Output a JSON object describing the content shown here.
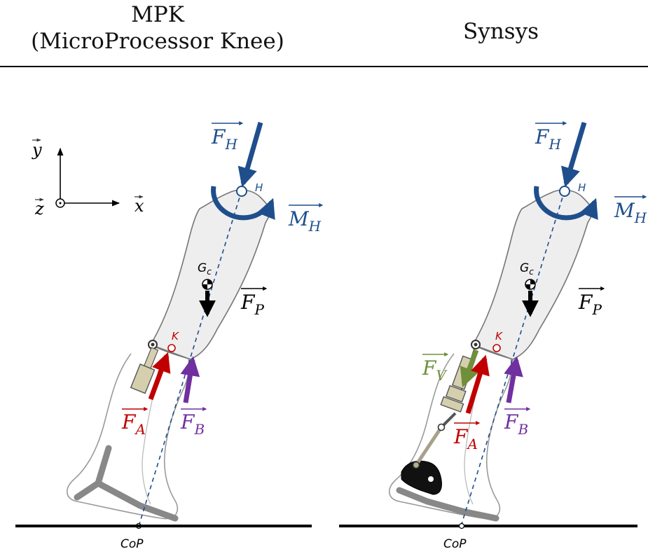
{
  "header": {
    "left_line1": "MPK",
    "left_line2": "(MicroProcessor Knee)",
    "right": "Synsys"
  },
  "axes": {
    "y": "y",
    "x": "x",
    "z": "z"
  },
  "labels": {
    "F": "F",
    "M": "M",
    "sub_H": "H",
    "sub_P": "P",
    "sub_A": "A",
    "sub_B": "B",
    "sub_V": "V",
    "point_H": "H",
    "point_K": "K",
    "G": "G",
    "G_sub": "c",
    "cop": "CoP"
  },
  "colors": {
    "blue": "#1f4e8c",
    "red": "#c00000",
    "purple": "#7030a0",
    "green": "#6f8f3a",
    "black": "#000000",
    "socket_fill": "#eeeeee",
    "outline": "#8a8a8a",
    "pylon": "#888888",
    "actuator": "#d6cfae"
  }
}
